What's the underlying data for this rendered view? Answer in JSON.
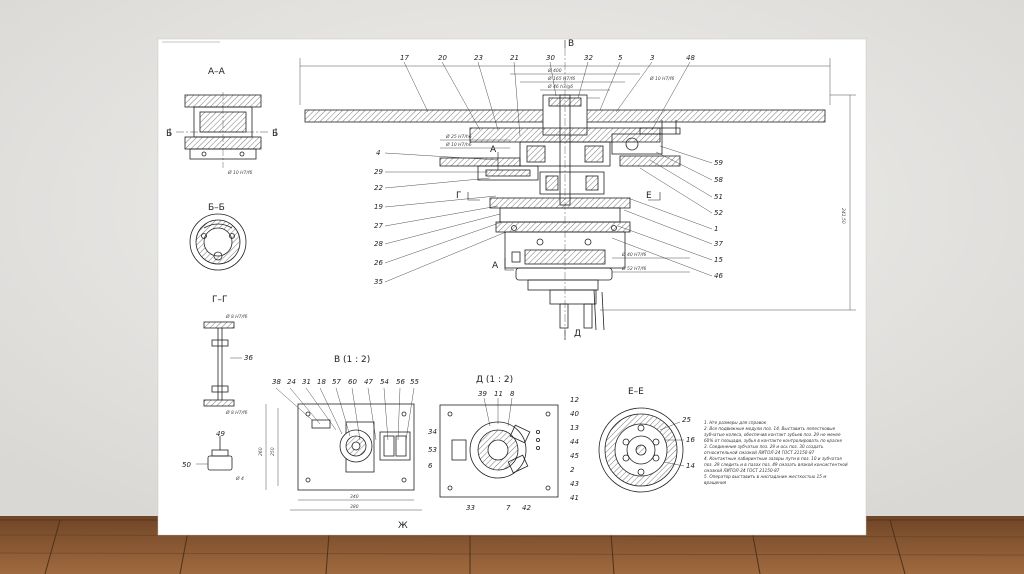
{
  "views": {
    "aa": "А–А",
    "bb": "Б–Б",
    "gg": "Г–Г",
    "v": "В (1 : 2)",
    "d": "Д (1 : 2)",
    "ee": "Е–Е"
  },
  "markers": {
    "v_top": "В",
    "a_mid": "А",
    "a_low": "А",
    "d_bottom": "Д",
    "zh_bottom": "Ж",
    "e_right": "Е",
    "g_left": "Г",
    "b_left": "Б",
    "b_right": "Б"
  },
  "top_labels": [
    "17",
    "20",
    "23",
    "21",
    "30",
    "32",
    "5",
    "3",
    "48"
  ],
  "left_labels": [
    "4",
    "29",
    "22",
    "19",
    "27",
    "28",
    "26",
    "35"
  ],
  "right_labels": [
    "59",
    "58",
    "51",
    "52",
    "1",
    "37",
    "15",
    "46"
  ],
  "v_labels": [
    "38",
    "24",
    "31",
    "18",
    "57",
    "60",
    "47",
    "54",
    "56",
    "55"
  ],
  "d_labels_top": [
    "39",
    "11",
    "8"
  ],
  "d_labels_right": [
    "12",
    "40",
    "13",
    "44",
    "45",
    "2",
    "43",
    "41"
  ],
  "d_labels_left": [
    "34",
    "53",
    "6"
  ],
  "d_labels_bottom": [
    "33",
    "7",
    "42"
  ],
  "ee_labels": [
    "25",
    "16",
    "14"
  ],
  "misc_labels": {
    "gg_part": "36",
    "small_part": "50",
    "small_top": "49",
    "small_dim": "Ø 4"
  },
  "dims": {
    "top1": "Ø 400",
    "top2": "Ø 165 H7/f6",
    "top3": "Ø 46 h7/g6",
    "top4": "Ø 10 H7/f6",
    "mid1": "Ø 25 H7/h6",
    "mid2": "Ø 10 H7/h6",
    "low1": "Ø 40 H7/f6",
    "low2": "Ø 52 H7/f6",
    "aa": "Ø 10 H7/f6",
    "gg1": "Ø 8 H7/f6",
    "gg2": "Ø 8 H7/f6",
    "vert": "241,50",
    "v_w1": "340",
    "v_w2": "380",
    "v_h": "260",
    "v_h2": "250"
  },
  "notes": [
    "1. Нге размеры для справок",
    "2. Все подвижные модули поз. 14. Выставить лепестковые",
    "    зубчатые колеса, обеспечив контакт зубьев поз. 29 не менее",
    "    60% от площади, зубья в контакте контролировать по краске",
    "3. Соединение зубчатых поз. 29 и ось поз. 30 создать",
    "    относительной смазкой ЛИТОЛ-24 ГОСТ 21150-87",
    "4. Контактные лабиринтные зазоры пути в поз. 10 и зубчатая",
    "    поз. 29 следить и в пазах поз. 49 смазать вязкой консистентной",
    "    смазкой ЛИТОЛ-24 ГОСТ 21150-87",
    "5. Оператор выставить в ниспадание жесткостью 15 м",
    "    вращения"
  ],
  "colors": {
    "wall": "#e7e6e3",
    "floor": "#8a5a35",
    "paper": "#ffffff",
    "ink": "#222222"
  }
}
